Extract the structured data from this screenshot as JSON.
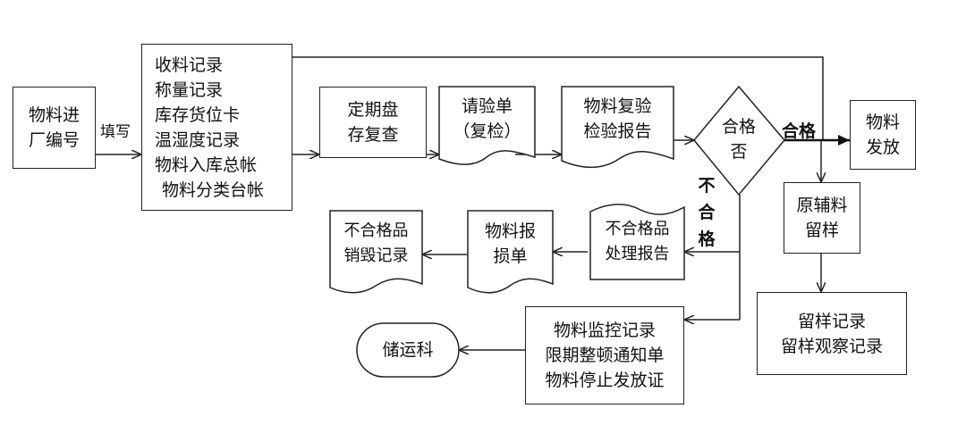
{
  "nodes": {
    "material_incoming": [
      "物料进",
      "厂编号"
    ],
    "records": [
      "收料记录",
      "称量记录",
      "库存货位卡",
      "温湿度记录",
      "物料入库总帐",
      "物料分类台帐"
    ],
    "periodic_check": [
      "定期盘",
      "存复查"
    ],
    "inspection_request": [
      "请验单",
      "（复检）"
    ],
    "recheck_report": [
      "物料复验",
      "检验报告"
    ],
    "qualified_q": [
      "合格",
      "否"
    ],
    "release": [
      "物料",
      "发放"
    ],
    "retain_sample": [
      "原辅料",
      "留样"
    ],
    "retain_records": [
      "留样记录",
      "留样观察记录"
    ],
    "nonconform_report": [
      "不合格品",
      "处理报告"
    ],
    "loss_report": [
      "物料报",
      "损单"
    ],
    "destroy_record": [
      "不合格品",
      "销毁记录"
    ],
    "monitor_records": [
      "物料监控记录",
      "限期整顿通知单",
      "物料停止发放证"
    ],
    "storage_dept": [
      "储运科"
    ]
  },
  "labels": {
    "fill_in": "填写",
    "pass": "合格",
    "fail": [
      "不",
      "合",
      "格"
    ]
  }
}
